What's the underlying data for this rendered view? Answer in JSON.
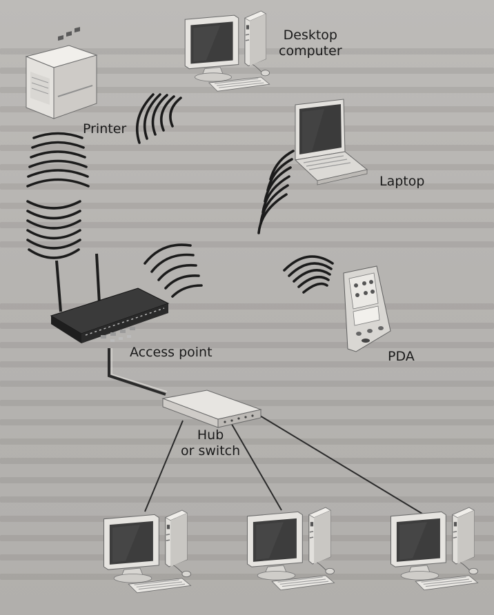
{
  "labels": {
    "printer": "Printer",
    "desktop": "Desktop\ncomputer",
    "laptop": "Laptop",
    "pda": "PDA",
    "access_point": "Access point",
    "hub": "Hub\nor switch"
  },
  "colors": {
    "wave": "#1b1b1b",
    "page": "#b8b6b3",
    "device": "#e7e5e1",
    "screen": "#3d3d3d",
    "dark_device": "#2d2d2d"
  }
}
